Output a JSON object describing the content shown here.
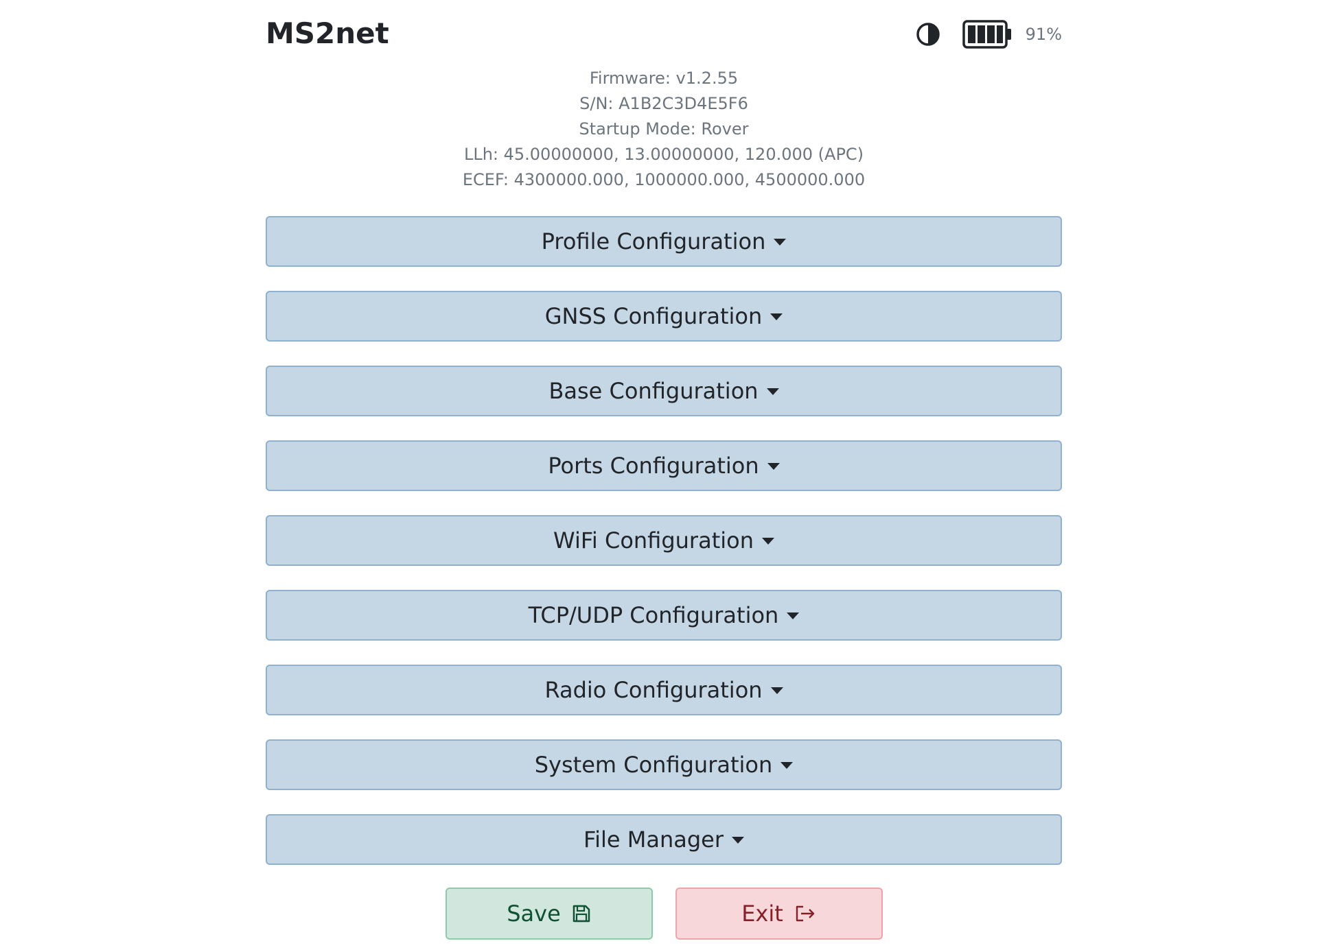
{
  "header": {
    "title": "MS2net",
    "battery_percent": "91%",
    "battery_level": 0.91
  },
  "info": {
    "firmware": "Firmware: v1.2.55",
    "serial": "S/N: A1B2C3D4E5F6",
    "startup_mode": "Startup Mode: Rover",
    "llh": "LLh: 45.00000000, 13.00000000, 120.000 (APC)",
    "ecef": "ECEF: 4300000.000, 1000000.000, 4500000.000"
  },
  "sections": [
    {
      "label": "Profile Configuration"
    },
    {
      "label": "GNSS Configuration"
    },
    {
      "label": "Base Configuration"
    },
    {
      "label": "Ports Configuration"
    },
    {
      "label": "WiFi Configuration"
    },
    {
      "label": "TCP/UDP Configuration"
    },
    {
      "label": "Radio Configuration"
    },
    {
      "label": "System Configuration"
    },
    {
      "label": "File Manager"
    }
  ],
  "actions": {
    "save_label": "Save",
    "exit_label": "Exit"
  },
  "icons": {
    "theme": "contrast-icon",
    "battery": "battery-icon",
    "save": "floppy-disk-icon",
    "exit": "exit-icon",
    "dropdown": "caret-down-icon"
  },
  "colors": {
    "section_bg": "#c5d6e5",
    "section_border": "#8fb0cf",
    "save_bg": "#d1e7dd",
    "save_text": "#0f5132",
    "exit_bg": "#f8d7da",
    "exit_text": "#842029"
  }
}
